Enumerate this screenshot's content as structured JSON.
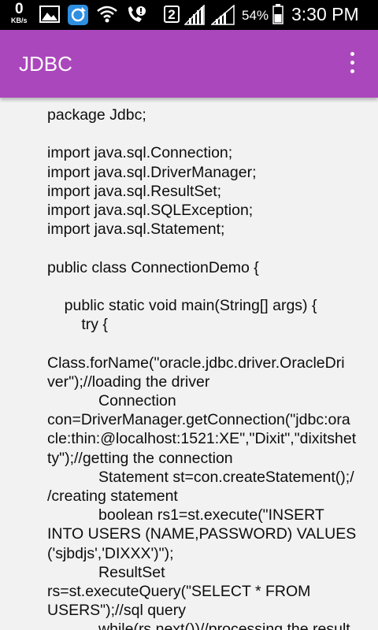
{
  "status_bar": {
    "network_speed": "0",
    "network_speed_unit": "KB/s",
    "sim_slot": "2",
    "battery_percent": "54%",
    "time": "3:30 PM",
    "icons": [
      "image-icon",
      "sync-icon",
      "wifi-icon",
      "call-alert-icon",
      "signal-icon",
      "signal-icon",
      "battery-icon"
    ]
  },
  "app_bar": {
    "title": "JDBC",
    "menu_icon": "overflow-menu-icon",
    "background": "#ab47bc"
  },
  "content": {
    "lines": [
      "package Jdbc;",
      "",
      "import java.sql.Connection;",
      "import java.sql.DriverManager;",
      "import java.sql.ResultSet;",
      "import java.sql.SQLException;",
      "import java.sql.Statement;",
      "",
      "public class ConnectionDemo {",
      "",
      "    public static void main(String[] args) {",
      "        try {",
      "",
      "Class.forName(\"oracle.jdbc.driver.OracleDri",
      "ver\");//loading the driver",
      "            Connection",
      "con=DriverManager.getConnection(\"jdbc:ora",
      "cle:thin:@localhost:1521:XE\",\"Dixit\",\"dixitshet",
      "ty\");//getting the connection",
      "            Statement st=con.createStatement();/",
      "/creating statement",
      "            boolean rs1=st.execute(\"INSERT",
      "INTO USERS (NAME,PASSWORD) VALUES",
      "('sjbdjs','DIXXX')\");",
      "            ResultSet",
      "rs=st.executeQuery(\"SELECT * FROM",
      "USERS\");//sql query",
      "            while(rs.next())//processing the result"
    ]
  }
}
